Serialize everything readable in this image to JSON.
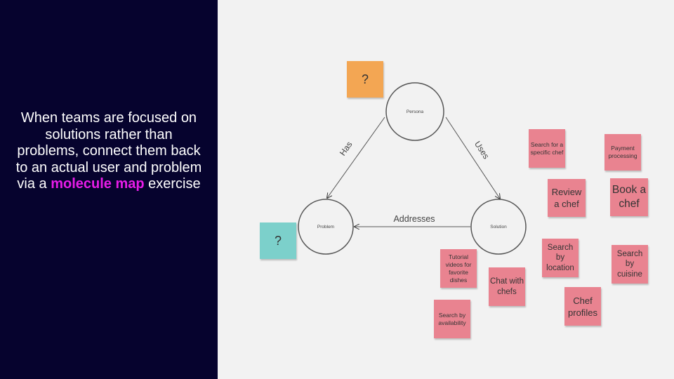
{
  "intro": {
    "part1": "When teams are focused on solutions rather than problems, connect them back to an actual user and problem via a ",
    "highlight1": "molecule",
    "space": " ",
    "highlight2": "map",
    "part2": " exercise"
  },
  "diagram": {
    "nodes": {
      "persona": "Persona",
      "problem": "Problem",
      "solution": "Solution"
    },
    "edges": {
      "has": "Has",
      "uses": "Uses",
      "addresses": "Addresses"
    }
  },
  "stickies": {
    "persona_unknown": "?",
    "problem_unknown": "?",
    "search_specific_chef": "Search for a specific chef",
    "payment_processing": "Payment processing",
    "review_chef": "Review a chef",
    "book_chef": "Book a chef",
    "search_location": "Search by location",
    "search_cuisine": "Search by cuisine",
    "tutorial_videos": "Tutorial videos for favorite dishes",
    "chat_chefs": "Chat with chefs",
    "chef_profiles": "Chef profiles",
    "search_availability": "Search by availability"
  },
  "colors": {
    "panel": "#06032e",
    "highlight": "#e81ce8",
    "canvas": "#f2f2f2",
    "sticky_pink": "#e98390",
    "sticky_orange": "#f3a653",
    "sticky_teal": "#7cd0cb"
  }
}
